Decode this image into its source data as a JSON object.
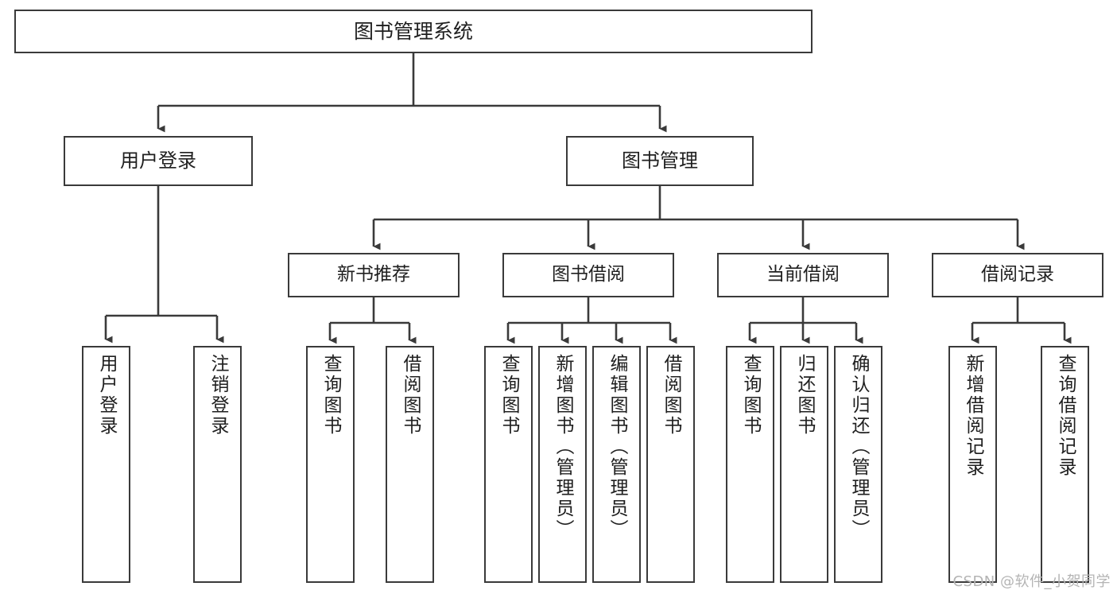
{
  "diagram": {
    "title": "图书管理系统",
    "root": {
      "label": "图书管理系统"
    },
    "level2": [
      {
        "label": "用户登录"
      },
      {
        "label": "图书管理"
      }
    ],
    "level3": [
      {
        "label": "新书推荐"
      },
      {
        "label": "图书借阅"
      },
      {
        "label": "当前借阅"
      },
      {
        "label": "借阅记录"
      }
    ],
    "leaves": {
      "user_login": [
        {
          "label": "用户登录"
        },
        {
          "label": "注销登录"
        }
      ],
      "new_book_recommend": [
        {
          "label": "查询图书"
        },
        {
          "label": "借阅图书"
        }
      ],
      "book_borrow": [
        {
          "label": "查询图书"
        },
        {
          "label": "新增图书（管理员）"
        },
        {
          "label": "编辑图书（管理员）"
        },
        {
          "label": "借阅图书"
        }
      ],
      "current_borrow": [
        {
          "label": "查询图书"
        },
        {
          "label": "归还图书"
        },
        {
          "label": "确认归还（管理员）"
        }
      ],
      "borrow_record": [
        {
          "label": "新增借阅记录"
        },
        {
          "label": "查询借阅记录"
        }
      ]
    }
  },
  "watermark": {
    "text": "CSDN @软件_小贺同学"
  },
  "colors": {
    "stroke": "#3a3a3a",
    "text": "#1f1f1f",
    "background": "#ffffff",
    "watermark": "#b4b4b4"
  }
}
